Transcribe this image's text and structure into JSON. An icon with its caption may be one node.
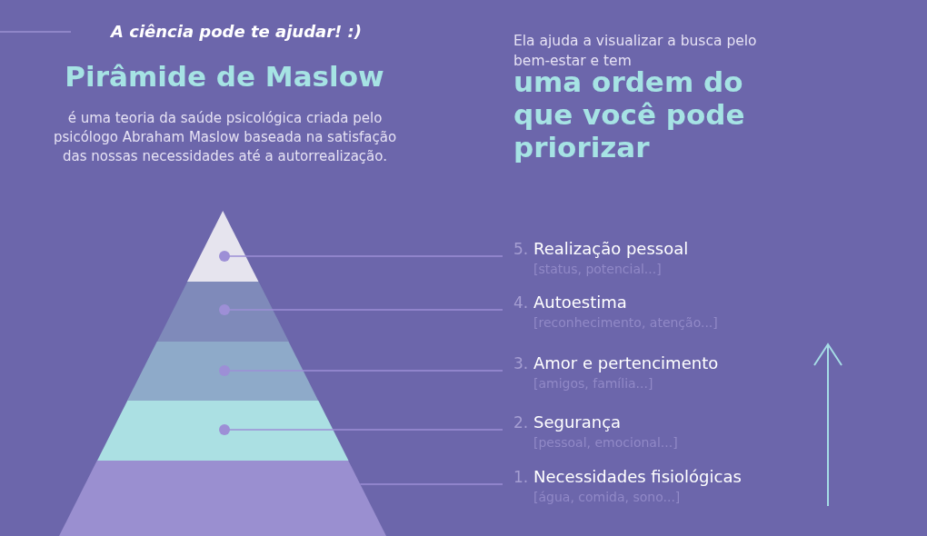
{
  "diagram": {
    "title": "Pirâmide de Maslow",
    "nodes": [
      {
        "text": [
          "5.",
          "Realização pessoal",
          "[status, potencial...]"
        ]
      },
      {
        "text": [
          "4.",
          "Autoestima",
          "[reconhecimento, atenção...]"
        ]
      },
      {
        "text": [
          "3.",
          "Amor e pertencimento",
          "[amigos, família...]"
        ]
      },
      {
        "text": [
          "2.",
          "Segurança",
          "[pessoal, emocional...]"
        ]
      },
      {
        "text": [
          "1.",
          "Necessidades fisiológicas",
          "[água, comida, sono...]"
        ]
      },
      {
        "text": [],
        "shape": "band"
      },
      {
        "text": [],
        "shape": "band"
      },
      {
        "text": [],
        "shape": "band"
      },
      {
        "text": [],
        "shape": "band"
      },
      {
        "text": [],
        "shape": "band"
      }
    ],
    "edges": [
      {
        "from": 0,
        "to": 5,
        "arrow": "other"
      },
      {
        "from": 1,
        "to": 6,
        "arrow": "other"
      },
      {
        "from": 2,
        "to": 7,
        "arrow": "other"
      },
      {
        "from": 3,
        "to": 8,
        "arrow": "other"
      },
      {
        "from": 4,
        "to": 9,
        "arrow": "none"
      }
    ],
    "labels": [
      "A ciência pode te ajudar! :)",
      "é uma teoria da saúde psicológica criada pelo psicólogo Abraham Maslow baseada na satisfação das nossas necessidades até a autorrealização.",
      "Ela ajuda a visualizar a busca pelo bem-estar e tem",
      "uma ordem do que você pode priorizar"
    ]
  }
}
